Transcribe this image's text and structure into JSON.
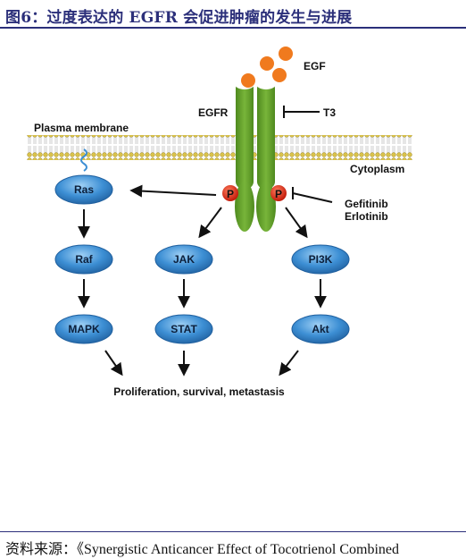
{
  "title": "图6：过度表达的 EGFR 会促进肿瘤的发生与进展",
  "source": "资料来源：《Synergistic Anticancer Effect of Tocotrienol Combined",
  "diagram": {
    "labels": {
      "egf": "EGF",
      "egfr": "EGFR",
      "t3": "T3",
      "plasma_membrane": "Plasma membrane",
      "cytoplasm": "Cytoplasm",
      "inhibitor_1": "Gefitinib",
      "inhibitor_2": "Erlotinib",
      "phospho": "P",
      "outcome": "Proliferation, survival, metastasis"
    },
    "nodes": {
      "ras": "Ras",
      "raf": "Raf",
      "mapk": "MAPK",
      "jak": "JAK",
      "stat": "STAT",
      "pi3k": "PI3K",
      "akt": "Akt"
    },
    "colors": {
      "node_fill": "#3d8fd4",
      "node_stroke": "#1f5f9e",
      "receptor": "#5f9a2a",
      "ligand": "#f07a1e",
      "phospho": "#e02a1a",
      "membrane": "#d9c24a",
      "title": "#2b2f7a"
    }
  }
}
